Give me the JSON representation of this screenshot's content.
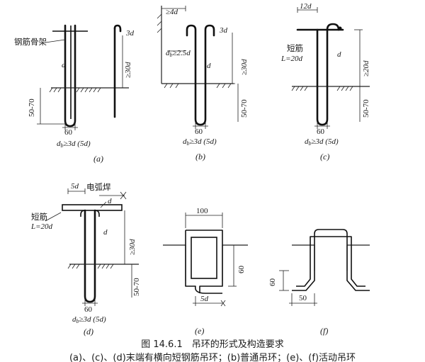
{
  "panels": {
    "a": {
      "label": "(a)",
      "skeleton": "钢筋骨架",
      "d": "d",
      "len": "≥30d",
      "depth": "50-70",
      "width": "60",
      "db": "d",
      "db_sub": "b",
      "db_rest": "≥3d (5d)",
      "hook": "3d"
    },
    "b": {
      "label": "(b)",
      "top": "≥4d",
      "db2": "d",
      "db2_sub": "b",
      "db2_rest": "≥2.5d",
      "d": "d",
      "len": "≥30d",
      "depth": "50-70",
      "width": "60",
      "db": "d",
      "db_sub": "b",
      "db_rest": "≥3d (5d)",
      "hook": "3d"
    },
    "c": {
      "label": "(c)",
      "top": "12d",
      "short": "短筋",
      "short_len": "L=20d",
      "d": "d",
      "len": "≥20d",
      "depth": "50-70",
      "width": "60",
      "db": "d",
      "db_sub": "b",
      "db_rest": "≥3d (5d)"
    },
    "d": {
      "label": "(d)",
      "top": "5d",
      "weld": "电弧焊",
      "short": "短筋",
      "short_len": "L=20d",
      "d1": "d",
      "d2": "d",
      "len": "≥30d",
      "depth": "50-70",
      "width": "60",
      "db": "d",
      "db_sub": "b",
      "db_rest": "≥3d (5d)"
    },
    "e": {
      "label": "(e)",
      "width": "100",
      "height": "60",
      "weld_len": "5d"
    },
    "f": {
      "label": "(f)",
      "height": "60",
      "width": "50"
    }
  },
  "caption": {
    "title": "图 14.6.1　吊环的形式及构造要求",
    "sub": "(a)、(c)、(d)末端有横向短钢筋吊环；(b)普通吊环；(e)、(f)活动吊环"
  }
}
